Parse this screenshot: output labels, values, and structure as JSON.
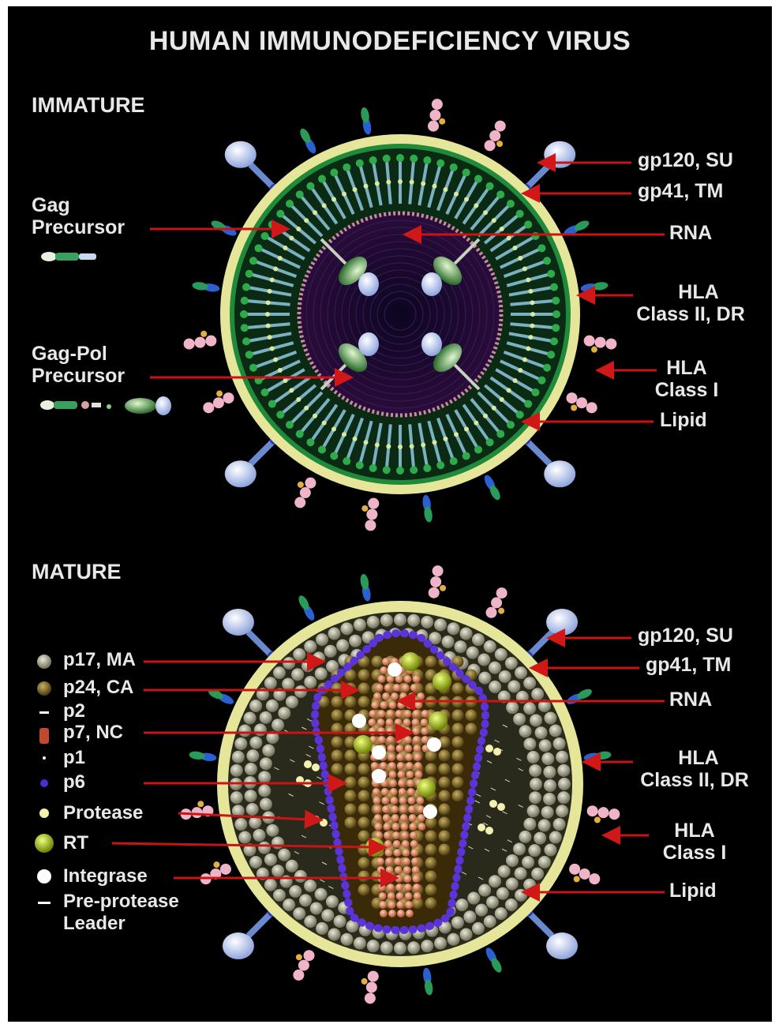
{
  "title": "HUMAN IMMUNODEFICIENCY VIRUS",
  "immature": {
    "heading": "IMMATURE",
    "left_labels": {
      "gag": [
        "Gag",
        "Precursor"
      ],
      "gagpol": [
        "Gag-Pol",
        "Precursor"
      ]
    },
    "right_labels": {
      "gp120": "gp120, SU",
      "gp41": "gp41, TM",
      "rna": "RNA",
      "hla2": [
        "HLA",
        "Class II, DR"
      ],
      "hla1": [
        "HLA",
        "Class I"
      ],
      "lipid": "Lipid"
    }
  },
  "mature": {
    "heading": "MATURE",
    "legend": [
      {
        "key": "p17",
        "label": "p17, MA",
        "color": "#b8b8a0"
      },
      {
        "key": "p24",
        "label": "p24, CA",
        "color": "#9a8a4a"
      },
      {
        "key": "p2",
        "label": "p2",
        "color": "#ffffff"
      },
      {
        "key": "p7",
        "label": "p7, NC",
        "color": "#d98860"
      },
      {
        "key": "p1",
        "label": "p1",
        "color": "#ffffff"
      },
      {
        "key": "p6",
        "label": "p6",
        "color": "#4a2fcf"
      },
      {
        "key": "protease",
        "label": "Protease",
        "color": "#f4f0b0"
      },
      {
        "key": "rt",
        "label": "RT",
        "color": "#b8d020"
      },
      {
        "key": "integrase",
        "label": "Integrase",
        "color": "#ffffff"
      },
      {
        "key": "preprotease",
        "label": "Pre-protease",
        "color": "#ffffff"
      },
      {
        "key": "leader",
        "label": "Leader",
        "color": "#ffffff"
      }
    ],
    "right_labels": {
      "gp120": "gp120, SU",
      "gp41": "gp41, TM",
      "rna": "RNA",
      "hla2": [
        "HLA",
        "Class II, DR"
      ],
      "hla1": [
        "HLA",
        "Class I"
      ],
      "lipid": "Lipid"
    }
  },
  "colors": {
    "background": "#000000",
    "text": "#e8e8e8",
    "arrow": "#c81414",
    "lipid": "#e6e69a",
    "matrix_green": "#1f7a3a",
    "knob_blue": "#b8c8f0",
    "hla_pink": "#f0b4c8",
    "capsid_purple": "#5a34d8"
  }
}
